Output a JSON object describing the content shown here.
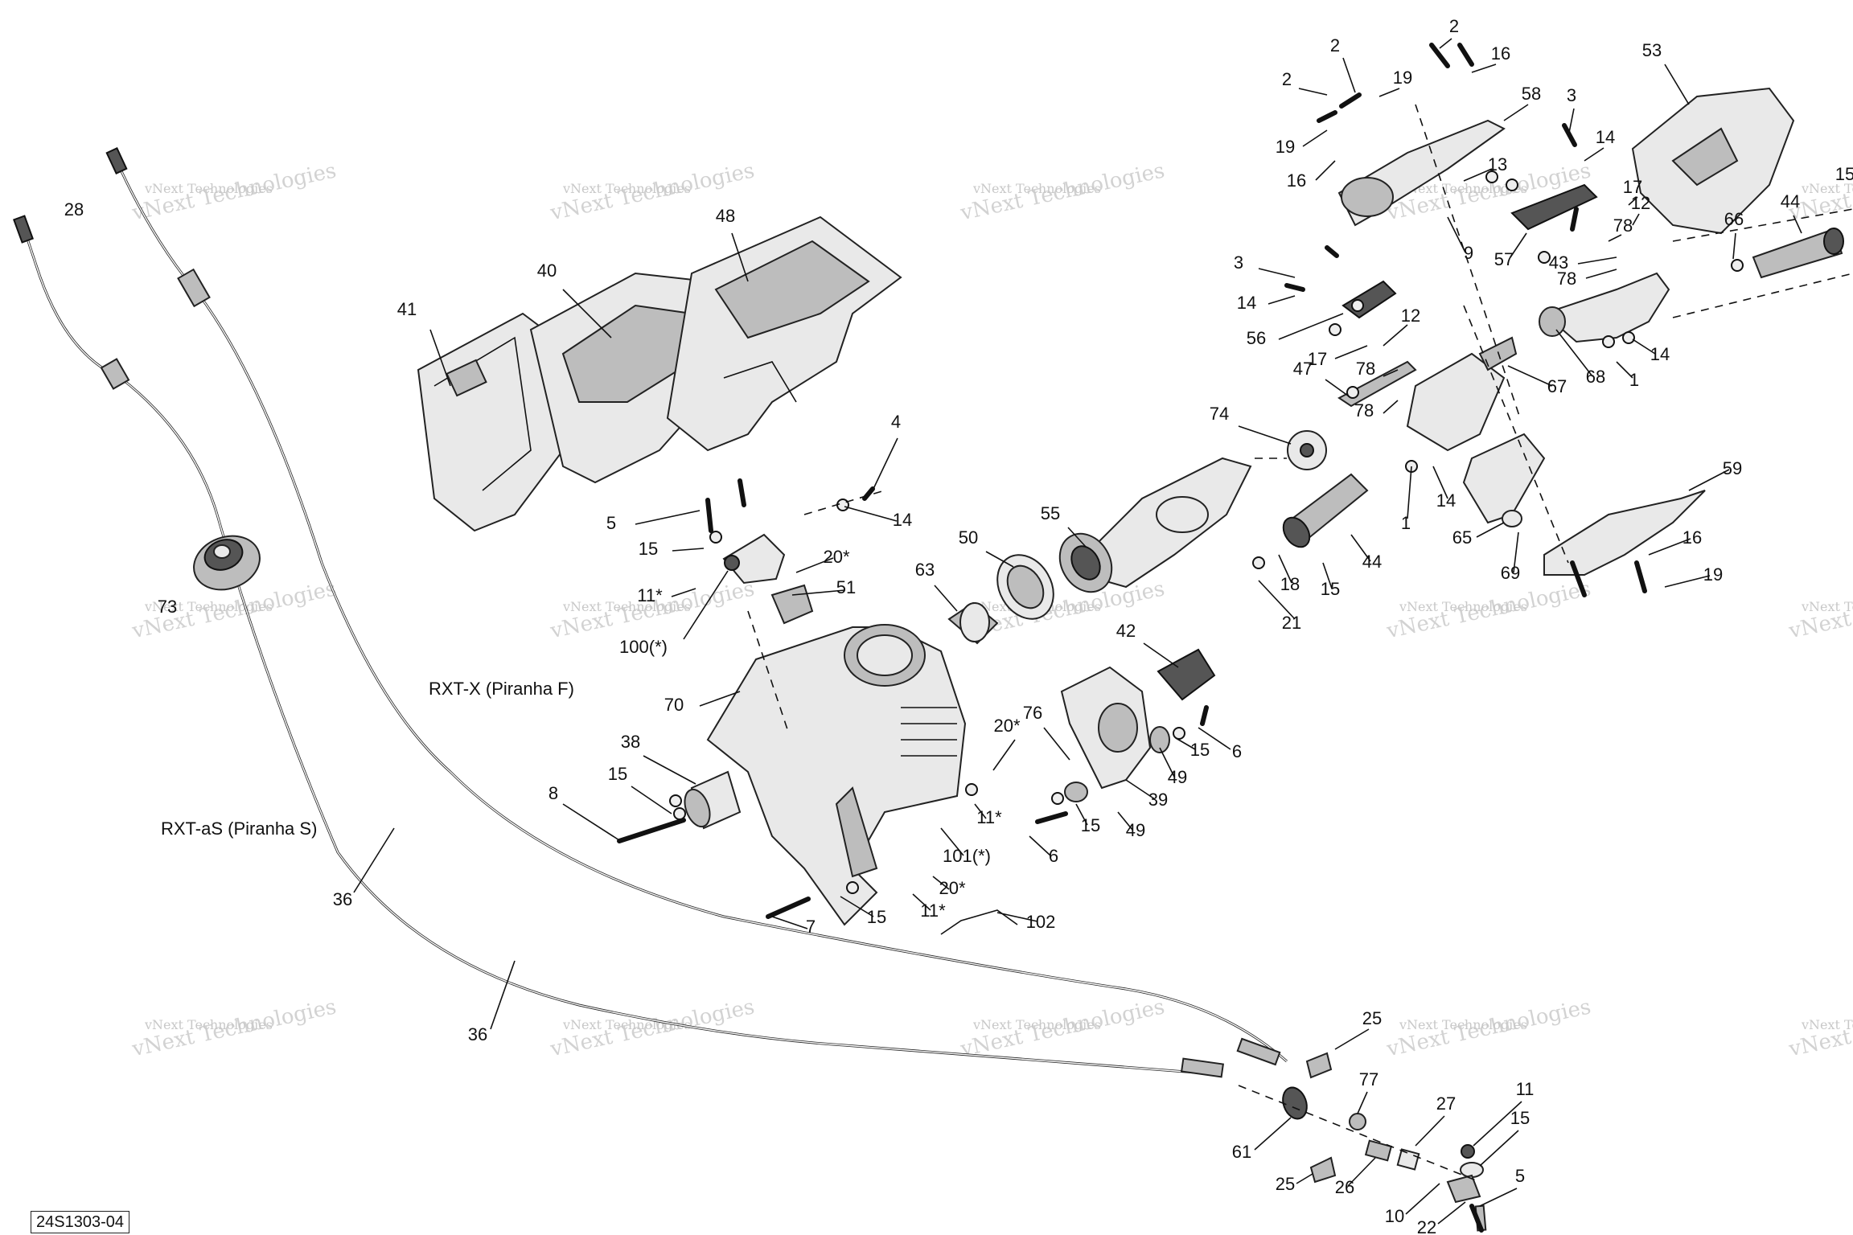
{
  "diagram": {
    "reference_code": "24S1303-04",
    "watermark": "vNext Technologies",
    "variant_labels": {
      "rxt_x": "RXT-X (Piranha F)",
      "rxt_as": "RXT-aS (Piranha S)"
    },
    "callouts": [
      {
        "key": "c28",
        "text": "28"
      },
      {
        "key": "c41",
        "text": "41"
      },
      {
        "key": "c40",
        "text": "40"
      },
      {
        "key": "c48",
        "text": "48"
      },
      {
        "key": "c73",
        "text": "73"
      },
      {
        "key": "c36a",
        "text": "36"
      },
      {
        "key": "c36b",
        "text": "36"
      },
      {
        "key": "c4",
        "text": "4"
      },
      {
        "key": "c5",
        "text": "5"
      },
      {
        "key": "c14a",
        "text": "14"
      },
      {
        "key": "c15a",
        "text": "15"
      },
      {
        "key": "c20a",
        "text": "20*"
      },
      {
        "key": "c11a",
        "text": "11*"
      },
      {
        "key": "c51",
        "text": "51"
      },
      {
        "key": "c100",
        "text": "100(*)"
      },
      {
        "key": "c70",
        "text": "70"
      },
      {
        "key": "c38",
        "text": "38"
      },
      {
        "key": "c15b",
        "text": "15"
      },
      {
        "key": "c8",
        "text": "8"
      },
      {
        "key": "c7",
        "text": "7"
      },
      {
        "key": "c15c",
        "text": "15"
      },
      {
        "key": "c20b",
        "text": "20*"
      },
      {
        "key": "c11b",
        "text": "11*"
      },
      {
        "key": "c102",
        "text": "102"
      },
      {
        "key": "c101",
        "text": "101(*)"
      },
      {
        "key": "c11c",
        "text": "11*"
      },
      {
        "key": "c20c",
        "text": "20*"
      },
      {
        "key": "c76",
        "text": "76"
      },
      {
        "key": "c63",
        "text": "63"
      },
      {
        "key": "c50",
        "text": "50"
      },
      {
        "key": "c55",
        "text": "55"
      },
      {
        "key": "c42",
        "text": "42"
      },
      {
        "key": "c6a",
        "text": "6"
      },
      {
        "key": "c15d",
        "text": "15"
      },
      {
        "key": "c49a",
        "text": "49"
      },
      {
        "key": "c39",
        "text": "39"
      },
      {
        "key": "c15e",
        "text": "15"
      },
      {
        "key": "c49b",
        "text": "49"
      },
      {
        "key": "c6b",
        "text": "6"
      },
      {
        "key": "c74",
        "text": "74"
      },
      {
        "key": "c18",
        "text": "18"
      },
      {
        "key": "c15f",
        "text": "15"
      },
      {
        "key": "c21",
        "text": "21"
      },
      {
        "key": "c44a",
        "text": "44"
      },
      {
        "key": "c1a",
        "text": "1"
      },
      {
        "key": "c14b",
        "text": "14"
      },
      {
        "key": "c65",
        "text": "65"
      },
      {
        "key": "c69",
        "text": "69"
      },
      {
        "key": "c59",
        "text": "59"
      },
      {
        "key": "c16a",
        "text": "16"
      },
      {
        "key": "c19a",
        "text": "19"
      },
      {
        "key": "c47",
        "text": "47"
      },
      {
        "key": "c78a",
        "text": "78"
      },
      {
        "key": "c78b",
        "text": "78"
      },
      {
        "key": "c56",
        "text": "56"
      },
      {
        "key": "c17a",
        "text": "17"
      },
      {
        "key": "c12a",
        "text": "12"
      },
      {
        "key": "c67",
        "text": "67"
      },
      {
        "key": "c3a",
        "text": "3"
      },
      {
        "key": "c14c",
        "text": "14"
      },
      {
        "key": "c2a",
        "text": "2"
      },
      {
        "key": "c2b",
        "text": "2"
      },
      {
        "key": "c2c",
        "text": "2"
      },
      {
        "key": "c19b",
        "text": "19"
      },
      {
        "key": "c16b",
        "text": "16"
      },
      {
        "key": "c19c",
        "text": "19"
      },
      {
        "key": "c16c",
        "text": "16"
      },
      {
        "key": "c58",
        "text": "58"
      },
      {
        "key": "c13",
        "text": "13"
      },
      {
        "key": "c9",
        "text": "9"
      },
      {
        "key": "c3b",
        "text": "3"
      },
      {
        "key": "c14d",
        "text": "14"
      },
      {
        "key": "c57",
        "text": "57"
      },
      {
        "key": "c53",
        "text": "53"
      },
      {
        "key": "c17b",
        "text": "17"
      },
      {
        "key": "c12b",
        "text": "12"
      },
      {
        "key": "c78c",
        "text": "78"
      },
      {
        "key": "c43",
        "text": "43"
      },
      {
        "key": "c78d",
        "text": "78"
      },
      {
        "key": "c66",
        "text": "66"
      },
      {
        "key": "c44b",
        "text": "44"
      },
      {
        "key": "c15g",
        "text": "15"
      },
      {
        "key": "c68",
        "text": "68"
      },
      {
        "key": "c14e",
        "text": "14"
      },
      {
        "key": "c1b",
        "text": "1"
      },
      {
        "key": "c25a",
        "text": "25"
      },
      {
        "key": "c61",
        "text": "61"
      },
      {
        "key": "c25b",
        "text": "25"
      },
      {
        "key": "c77",
        "text": "77"
      },
      {
        "key": "c26",
        "text": "26"
      },
      {
        "key": "c27",
        "text": "27"
      },
      {
        "key": "c11d",
        "text": "11"
      },
      {
        "key": "c15h",
        "text": "15"
      },
      {
        "key": "c10",
        "text": "10"
      },
      {
        "key": "c22",
        "text": "22"
      },
      {
        "key": "c5b",
        "text": "5"
      }
    ]
  }
}
